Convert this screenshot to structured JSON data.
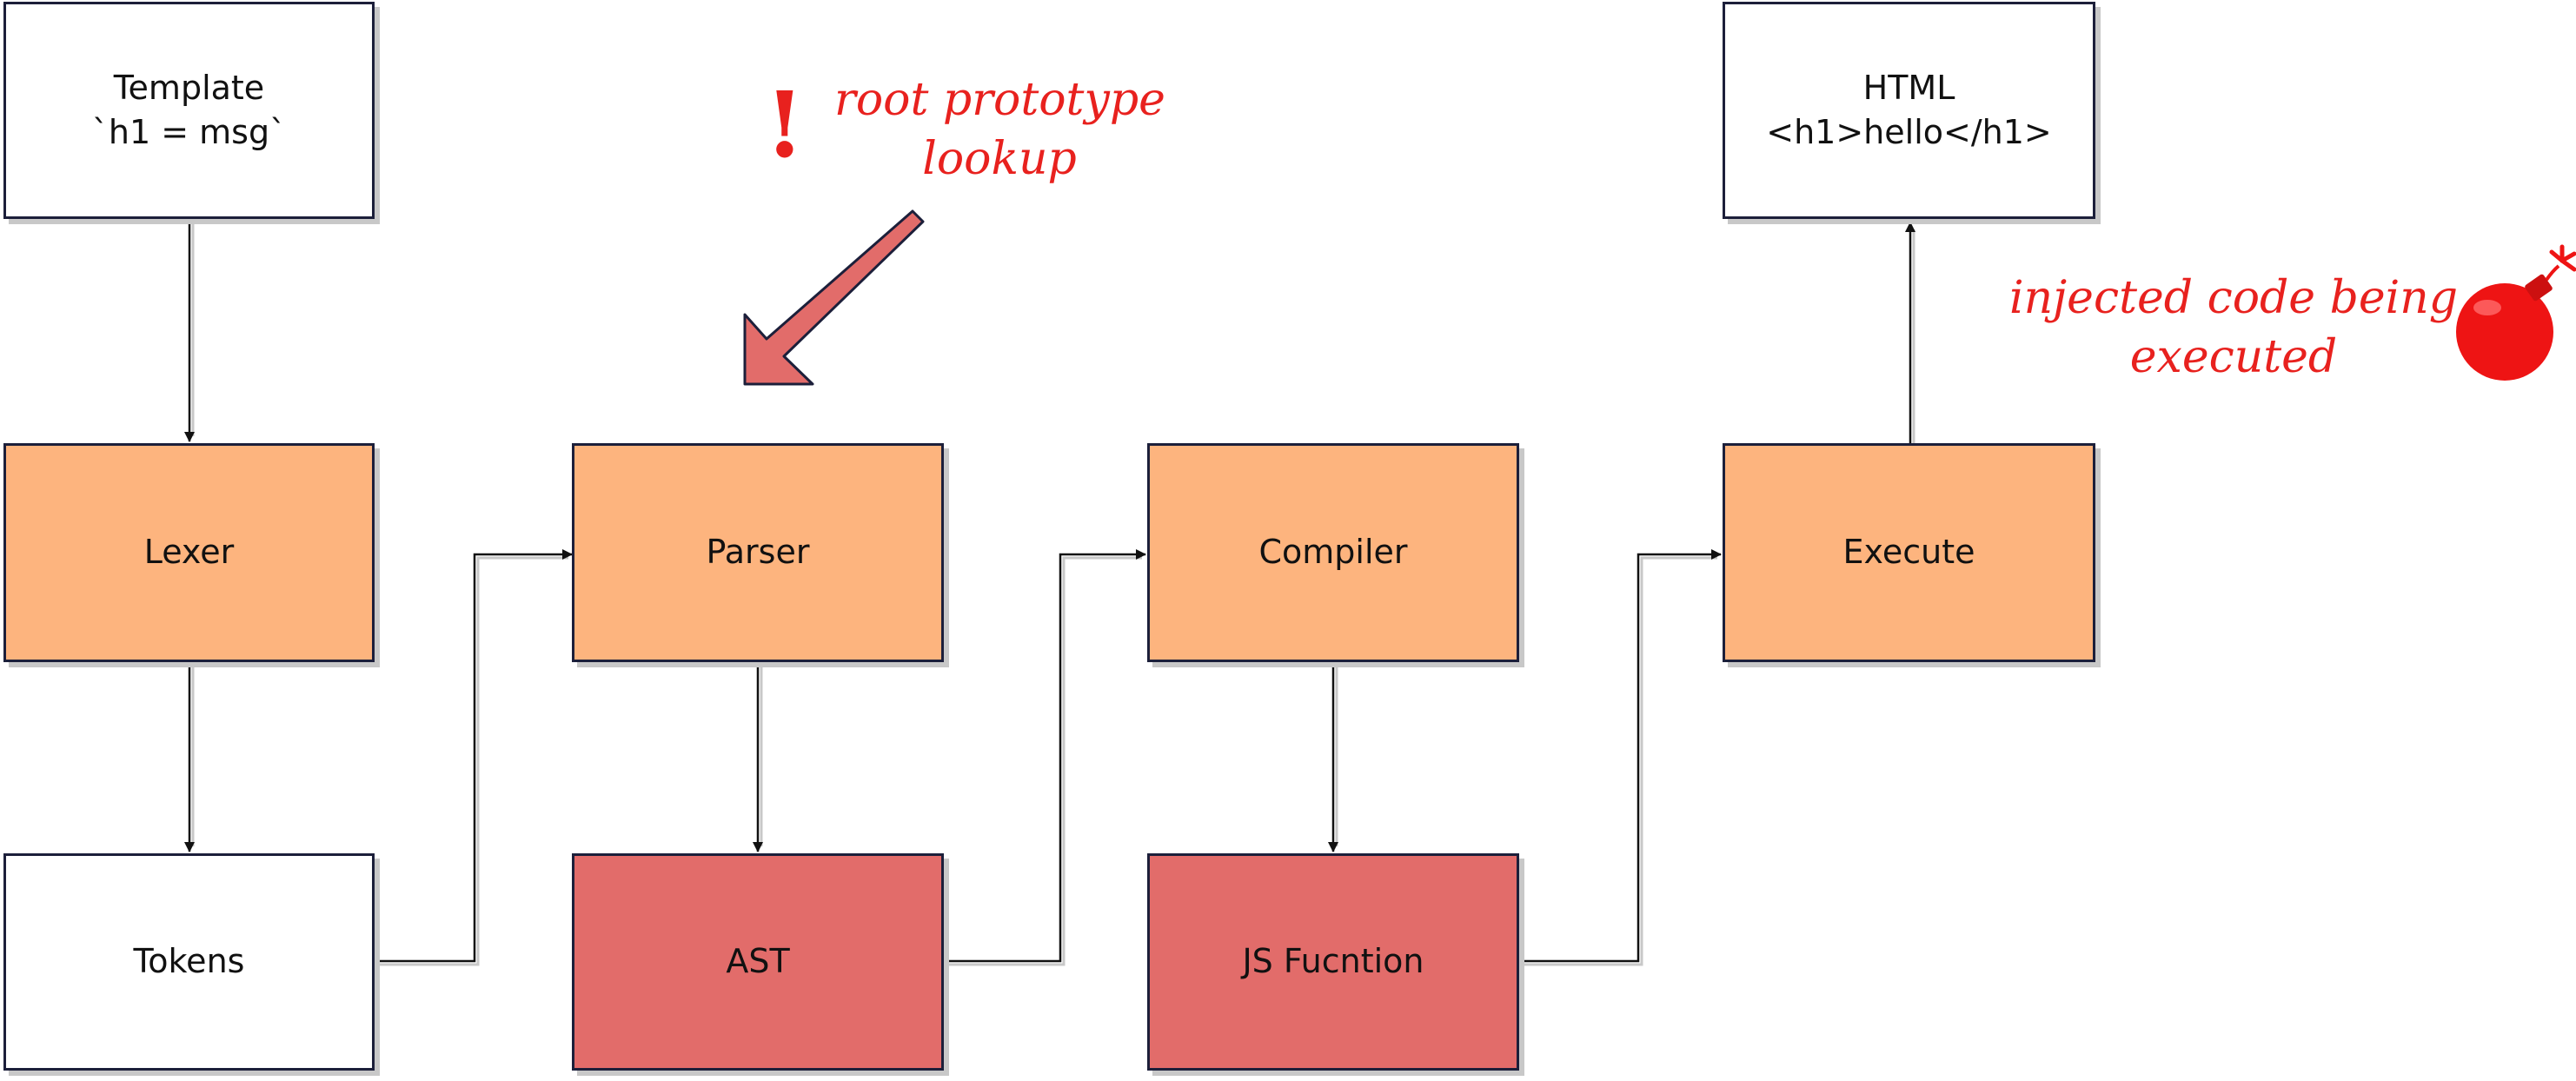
{
  "nodes": {
    "template": {
      "line1": "Template",
      "line2": "`h1 = msg`"
    },
    "lexer": {
      "label": "Lexer"
    },
    "tokens": {
      "label": "Tokens"
    },
    "parser": {
      "label": "Parser"
    },
    "ast": {
      "label": "AST"
    },
    "compiler": {
      "label": "Compiler"
    },
    "js_function": {
      "label": "JS Fucntion"
    },
    "execute": {
      "label": "Execute"
    },
    "html": {
      "line1": "HTML",
      "line2": "<h1>hello</h1>"
    }
  },
  "annotations": {
    "parser_note": {
      "mark": "!",
      "line1": "root prototype",
      "line2": "lookup"
    },
    "execute_note": {
      "line1": "injected code being",
      "line2": "executed"
    }
  },
  "icons": {
    "warning": "exclamation-icon",
    "pointer": "pointing-arrow-icon",
    "danger": "bomb-icon"
  },
  "colors": {
    "process": "#fdb47e",
    "danger_box": "#e26c6a",
    "annotation": "#e8211e",
    "border": "#1c1f3a"
  }
}
